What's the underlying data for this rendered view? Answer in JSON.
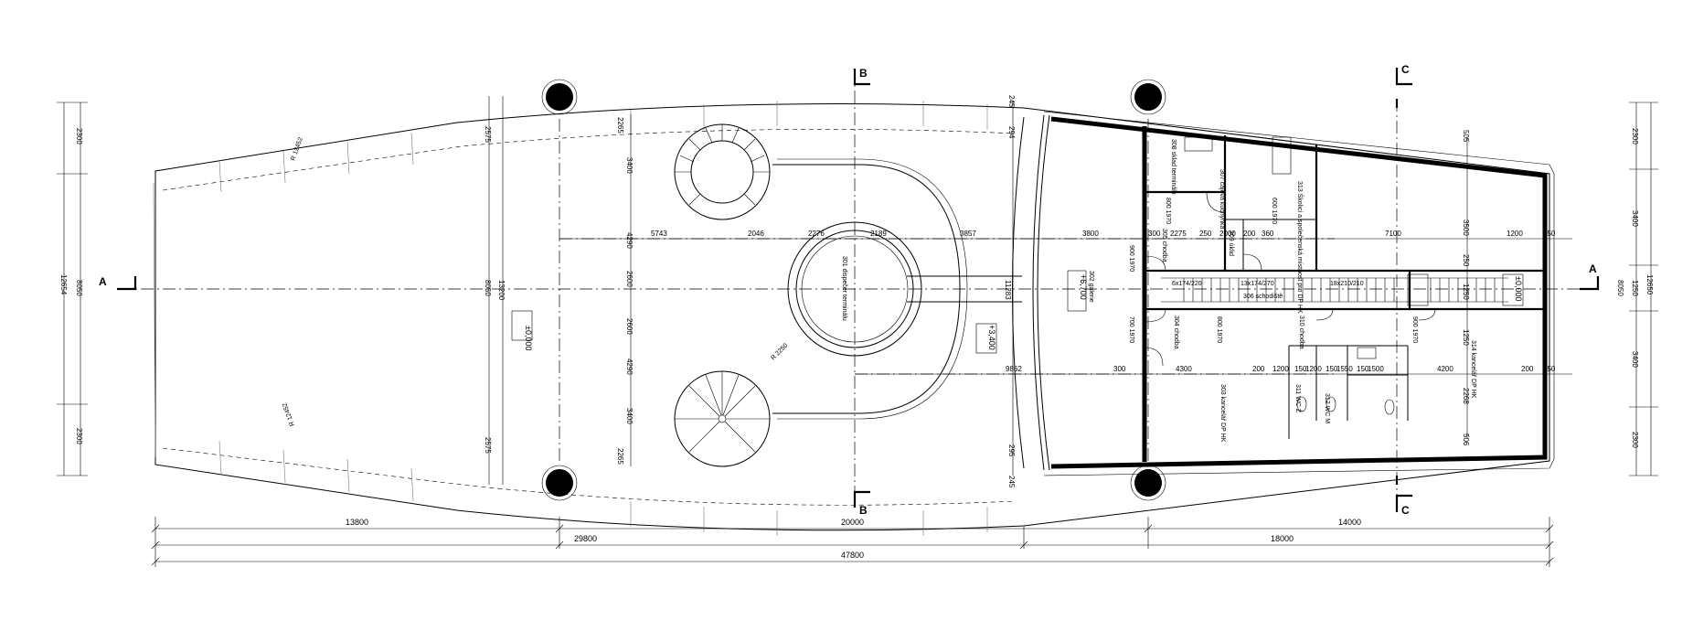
{
  "sections": {
    "a": "A",
    "b": "B",
    "c": "C"
  },
  "levels": {
    "main": "±0,000",
    "ramp": "+3,400",
    "upper": "+6,700",
    "terrace": "±0,000"
  },
  "rooms": {
    "r301": "301 dispečer terminálu",
    "r302": "302 galerie",
    "r303": "303 kancelář DP HK",
    "r304": "304 chodba",
    "r305": "305 chodba",
    "r306": "306 schodiště",
    "r307": "307 čajová kuchyňka",
    "r308": "308 sklad terminálu",
    "r309": "309 úklid",
    "r310": "310 chodba",
    "r311": "311 WC Ž",
    "r312": "312 WC M",
    "r313": "313 Školicí a společenská místnost pro DP HK",
    "r314": "314 kancelář DP HK"
  },
  "stairs": {
    "s1": "13x174/270",
    "s2": "6x174/220",
    "s3": "18x210/210"
  },
  "radii": {
    "r1": "R 12452",
    "r2": "R 12452",
    "r3": "R 2250"
  },
  "dims": {
    "bottom_row1": [
      "13800",
      "20000",
      "14000"
    ],
    "bottom_row2": [
      "29800",
      "18000"
    ],
    "bottom_total": "47800",
    "left_chain": [
      "2300",
      "8050",
      "2300"
    ],
    "left_total": "12654",
    "right_chain": [
      "2300",
      "3400",
      "1250",
      "3400",
      "2300"
    ],
    "right_total": "12650",
    "right_total2": "8050",
    "mid_h": [
      "5743",
      "2046",
      "2276",
      "2189",
      "3857",
      "3800",
      "300",
      "2275",
      "250",
      "2000",
      "200",
      "360",
      "7100",
      "1200",
      "450"
    ],
    "lower_h": [
      "9862",
      "300",
      "4300",
      "200",
      "1200",
      "150",
      "1200",
      "150",
      "1550",
      "150",
      "1500",
      "4200",
      "200",
      "250"
    ],
    "vert_left": [
      "2575",
      "8050",
      "2575",
      "13200"
    ],
    "vert_mid": [
      "2265",
      "3400",
      "4290",
      "2600",
      "2600",
      "4290",
      "3400",
      "2265"
    ],
    "vert_gallery": [
      "245",
      "294",
      "11283",
      "295",
      "245"
    ],
    "vert_right": [
      "505",
      "3500",
      "250",
      "1250",
      "1250",
      "2268",
      "506"
    ],
    "doors": [
      "900 1970",
      "800 1970",
      "600 1970",
      "700 1970",
      "800 1970",
      "900 1970"
    ]
  }
}
